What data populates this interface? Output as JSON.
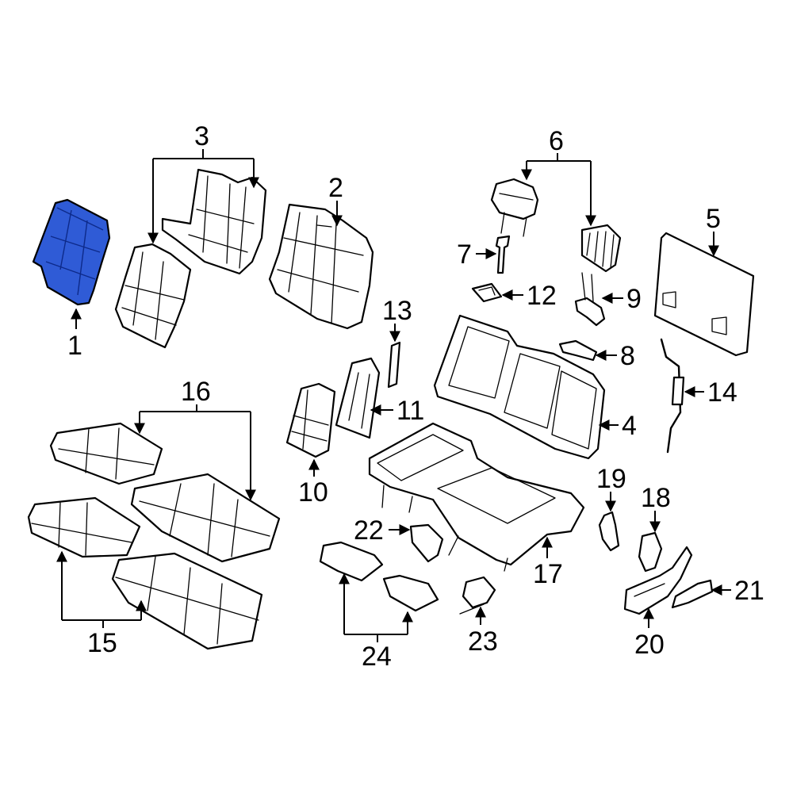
{
  "diagram": {
    "highlight_color": "#2f5bd6",
    "callouts": [
      "1",
      "2",
      "3",
      "4",
      "5",
      "6",
      "7",
      "8",
      "9",
      "10",
      "11",
      "12",
      "13",
      "14",
      "15",
      "16",
      "17",
      "18",
      "19",
      "20",
      "21",
      "22",
      "23",
      "24"
    ]
  }
}
